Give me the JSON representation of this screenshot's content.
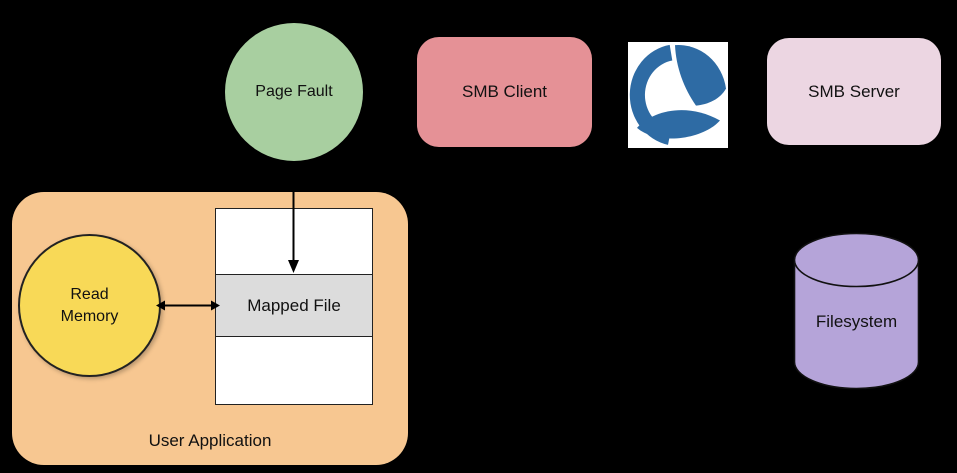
{
  "diagram": {
    "background": "#000000",
    "arrow_color": "#000000",
    "nodes": {
      "page_fault": {
        "label": "Page Fault",
        "shape": "circle",
        "fill": "#a8cfa0"
      },
      "smb_client": {
        "label": "SMB Client",
        "shape": "rounded-rect",
        "fill": "#e59196"
      },
      "wireshark_logo": {
        "icon": "wireshark-logo",
        "shape": "square",
        "fill": "#2e6ba4",
        "background": "#ffffff"
      },
      "smb_server": {
        "label": "SMB Server",
        "shape": "rounded-rect",
        "fill": "#ecd6e2"
      },
      "user_application": {
        "label": "User Application",
        "shape": "rounded-rect",
        "fill": "#f7c791"
      },
      "read_memory": {
        "label": "Read Memory",
        "shape": "circle",
        "fill": "#f8d957"
      },
      "mapped_file": {
        "label": "Mapped File",
        "shape": "segmented-rect",
        "fill": "#dcdcdc",
        "segment_fill": "#ffffff"
      },
      "filesystem": {
        "label": "Filesystem",
        "shape": "cylinder",
        "fill": "#b5a4d9"
      }
    },
    "connections": [
      {
        "from": "page_fault",
        "to": "mapped_file",
        "type": "arrow"
      },
      {
        "from": "read_memory",
        "to": "mapped_file",
        "type": "double-arrow"
      }
    ]
  }
}
